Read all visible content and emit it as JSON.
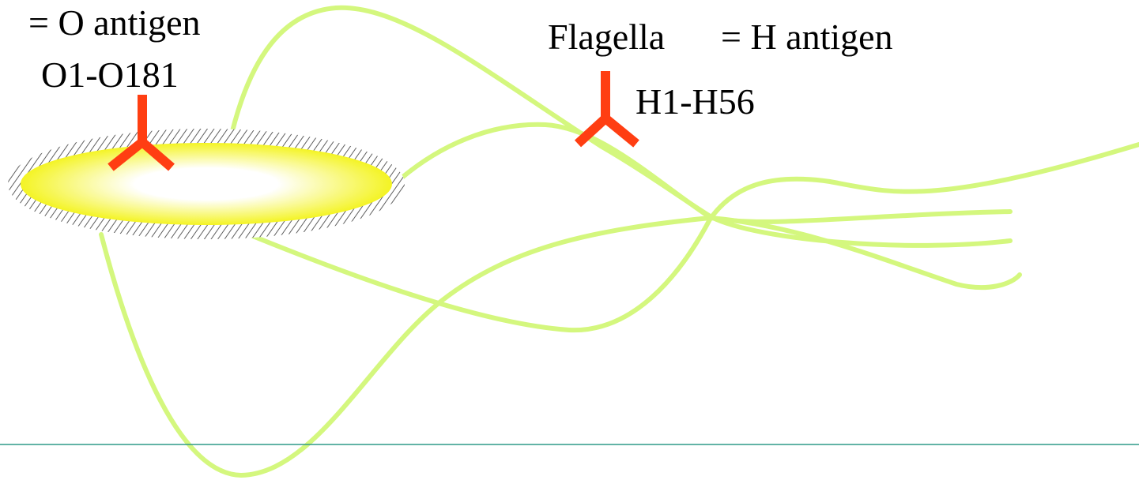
{
  "labels": {
    "o_antigen": "= O antigen",
    "o_serotype_range": "O1-O181",
    "flagella": "Flagella",
    "h_antigen": "= H antigen",
    "h_serotype_range": "H1-H56"
  },
  "colors": {
    "flagella": "#d4f77e",
    "antibody": "#ff3e12",
    "cell_center": "#ffffff",
    "cell_edge": "#f2f200",
    "capsule_hatch": "#5f5f5f",
    "bottom_rule": "#2f9a88",
    "text": "#000000"
  },
  "icons": [
    "antibody-icon",
    "bacterial-cell-icon",
    "flagellum-icon"
  ]
}
